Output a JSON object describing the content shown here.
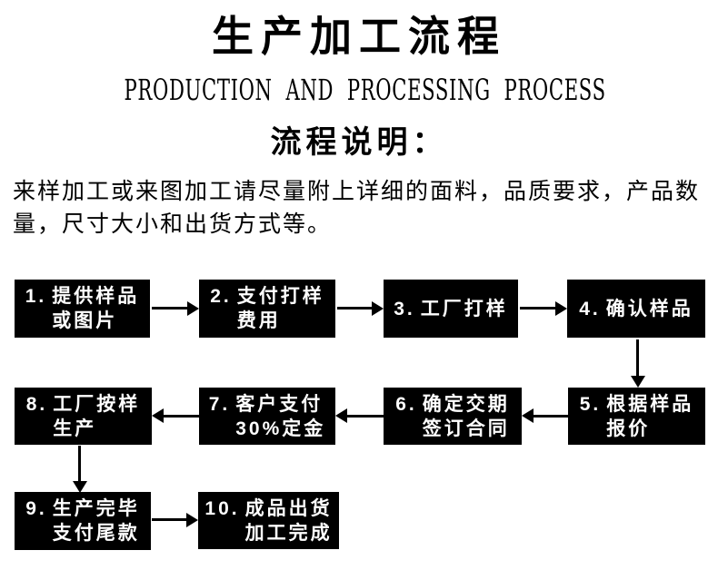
{
  "header": {
    "title": "生产加工流程",
    "subtitle": "PRODUCTION AND PROCESSING PROCESS"
  },
  "section": {
    "heading": "流程说明：",
    "description": "来样加工或来图加工请尽量附上详细的面料，品质要求，产品数\n量，尺寸大小和出货方式等。"
  },
  "flow": {
    "steps": [
      {
        "num": "1.",
        "line1": "提供样品",
        "line2": "或图片"
      },
      {
        "num": "2.",
        "line1": "支付打样",
        "line2": "费用"
      },
      {
        "num": "3.",
        "line1": "工厂打样",
        "line2": ""
      },
      {
        "num": "4.",
        "line1": "确认样品",
        "line2": ""
      },
      {
        "num": "5.",
        "line1": "根据样品",
        "line2": "报价"
      },
      {
        "num": "6.",
        "line1": "确定交期",
        "line2": "签订合同"
      },
      {
        "num": "7.",
        "line1": "客户支付",
        "line2": "30%定金"
      },
      {
        "num": "8.",
        "line1": "工厂按样",
        "line2": "生产"
      },
      {
        "num": "9.",
        "line1": "生产完毕",
        "line2": "支付尾款"
      },
      {
        "num": "10.",
        "line1": "成品出货",
        "line2": "加工完成"
      }
    ],
    "arrows": [
      {
        "from": 1,
        "to": 2,
        "direction": "right"
      },
      {
        "from": 2,
        "to": 3,
        "direction": "right"
      },
      {
        "from": 3,
        "to": 4,
        "direction": "right"
      },
      {
        "from": 4,
        "to": 5,
        "direction": "down"
      },
      {
        "from": 5,
        "to": 6,
        "direction": "left"
      },
      {
        "from": 6,
        "to": 7,
        "direction": "left"
      },
      {
        "from": 7,
        "to": 8,
        "direction": "left"
      },
      {
        "from": 8,
        "to": 9,
        "direction": "down"
      },
      {
        "from": 9,
        "to": 10,
        "direction": "right"
      }
    ]
  },
  "colors": {
    "background": "#ffffff",
    "text": "#000000",
    "box_background": "#000000",
    "box_text": "#ffffff",
    "arrow": "#000000"
  }
}
